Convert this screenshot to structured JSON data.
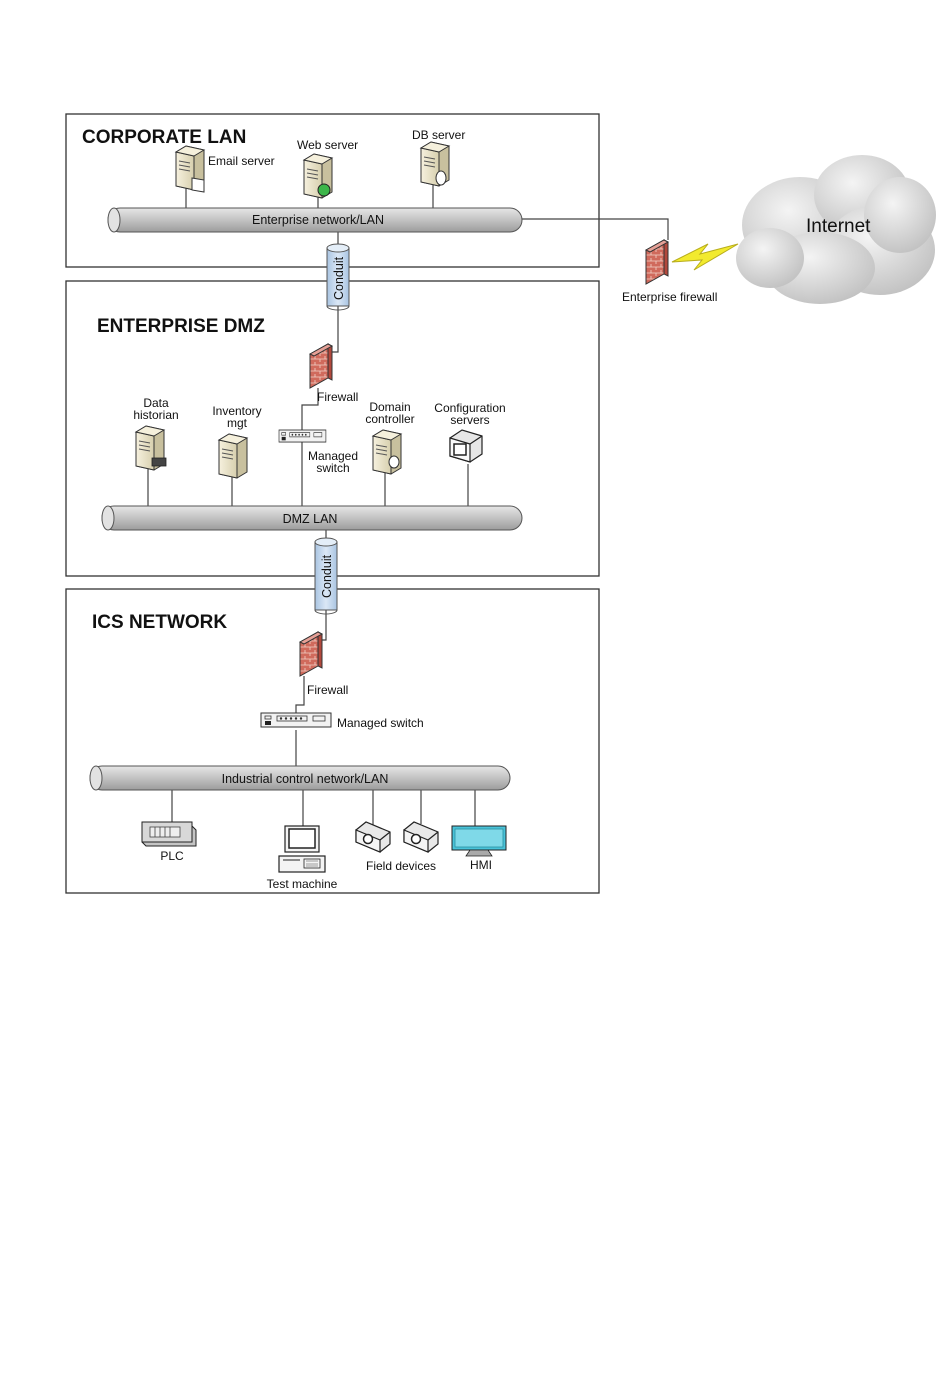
{
  "zones": {
    "corporate": {
      "title": "CORPORATE LAN",
      "network_label": "Enterprise network/LAN",
      "devices": {
        "email": "Email server",
        "web": "Web server",
        "db": "DB server"
      }
    },
    "dmz": {
      "title": "ENTERPRISE DMZ",
      "network_label": "DMZ LAN",
      "firewall": "Firewall",
      "switch": [
        "Managed",
        "switch"
      ],
      "devices": {
        "historian": [
          "Data",
          "historian"
        ],
        "inventory": [
          "Inventory",
          "mgt"
        ],
        "domain": [
          "Domain",
          "controller"
        ],
        "config": [
          "Configuration",
          "servers"
        ]
      }
    },
    "ics": {
      "title": "ICS NETWORK",
      "network_label": "Industrial control network/LAN",
      "firewall": "Firewall",
      "switch": "Managed switch",
      "devices": {
        "plc": "PLC",
        "test": "Test machine",
        "field": "Field devices",
        "hmi": "HMI"
      }
    }
  },
  "conduits": {
    "upper": "Conduit",
    "lower": "Conduit"
  },
  "external": {
    "internet": "Internet",
    "enterprise_firewall": "Enterprise firewall"
  },
  "colors": {
    "pipe": "#c6c6c6",
    "conduit": "#c9dcf0",
    "server": "#e9e2c6",
    "firewall_brick": "#c85a4e",
    "hmi_screen": "#49c3d9",
    "lightning": "#f2ea2e",
    "web_status": "#3cb64a"
  }
}
